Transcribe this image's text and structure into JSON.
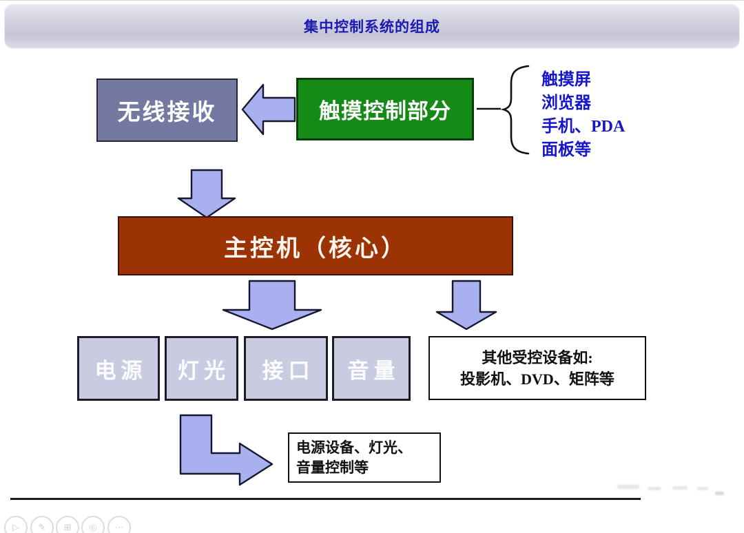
{
  "slide": {
    "title": "集中控制系统的组成"
  },
  "diagram": {
    "nodes": {
      "wireless": {
        "label": "无线接收"
      },
      "touch": {
        "label": "触摸控制部分"
      },
      "host": {
        "label": "主控机（核心）"
      },
      "devices": [
        {
          "label": "电源"
        },
        {
          "label": "灯光"
        },
        {
          "label": "接口"
        },
        {
          "label": "音量"
        }
      ],
      "other": {
        "line1": "其他受控设备如:",
        "line2": "投影机、DVD、矩阵等"
      },
      "result": {
        "line1": "电源设备、灯光、",
        "line2": "音量控制等"
      }
    },
    "touch_sources": [
      "触摸屏",
      "浏览器",
      "手机、PDA",
      "面板等"
    ]
  },
  "colors": {
    "title-text": "#1a1ab0",
    "wireless-bg": "#7479a1",
    "touch-bg": "#168a16",
    "host-bg": "#9b3305",
    "device-bg": "#c9cce1",
    "arrow-fill": "#a9b0f0",
    "arrow-stroke": "#16162e",
    "list-text": "#1616cc",
    "box-text": "#ffffff"
  },
  "toolbar": {
    "icons": [
      {
        "name": "pointer-icon",
        "glyph": "▷"
      },
      {
        "name": "pen-icon",
        "glyph": "✎"
      },
      {
        "name": "printer-icon",
        "glyph": "⊞"
      },
      {
        "name": "zoom-icon",
        "glyph": "◎"
      },
      {
        "name": "more-icon",
        "glyph": "⋯"
      }
    ]
  }
}
